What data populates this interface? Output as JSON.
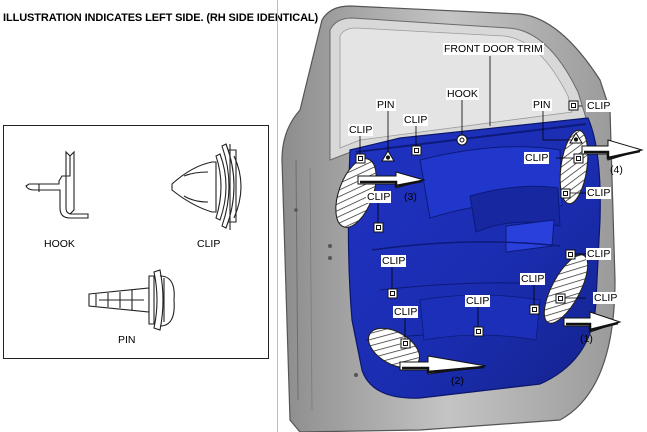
{
  "heading": "ILLUSTRATION INDICATES LEFT SIDE. (RH SIDE IDENTICAL)",
  "legend": {
    "hook": "HOOK",
    "clip": "CLIP",
    "pin": "PIN"
  },
  "labels": {
    "front_door_trim": "FRONT DOOR TRIM",
    "hook": "HOOK",
    "pin": "PIN",
    "clip": "CLIP"
  },
  "steps": [
    "(1)",
    "(2)",
    "(3)",
    "(4)"
  ],
  "colors": {
    "trim_blue": "#1a2fb8",
    "door_gray": "#a9a9a9",
    "background": "#ffffff"
  }
}
